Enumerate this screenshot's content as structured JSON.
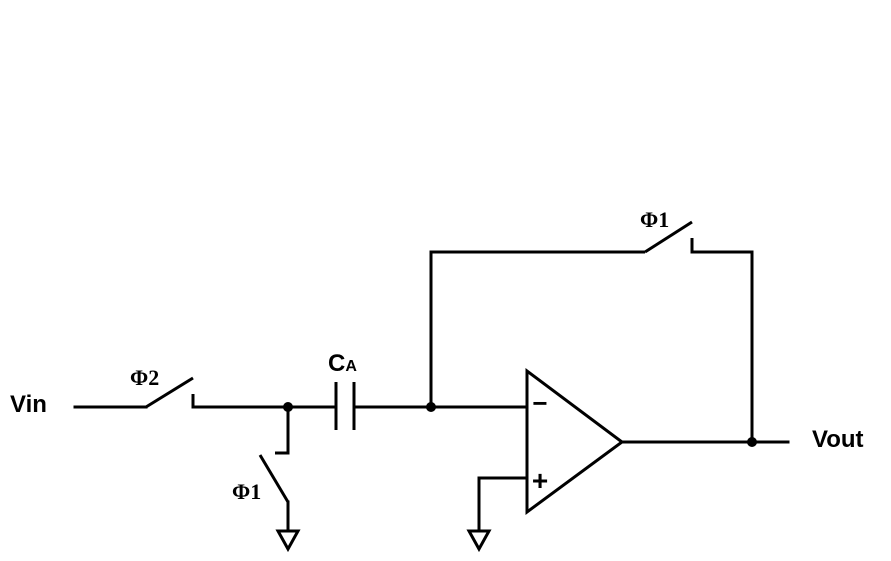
{
  "labels": {
    "vin": "Vin",
    "vout": "Vout",
    "phi2_in": "Φ2",
    "phi1_shunt": "Φ1",
    "phi1_feedback": "Φ1",
    "cap_main": "C",
    "cap_sub": "A",
    "opamp_minus": "−",
    "opamp_plus": "+"
  },
  "colors": {
    "wire": "#000000",
    "background": "#ffffff"
  }
}
